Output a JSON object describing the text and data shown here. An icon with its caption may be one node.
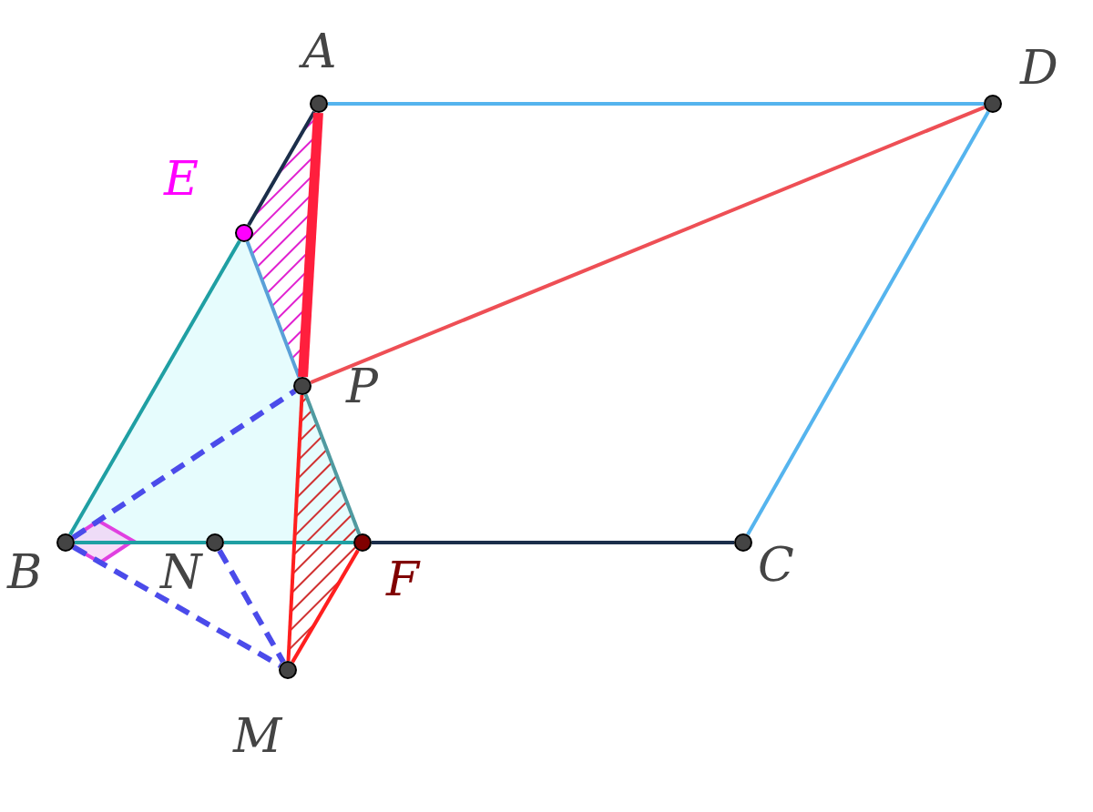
{
  "diagram": {
    "nodes": [
      {
        "text": [],
        "shape": "circle"
      },
      {
        "text": [],
        "shape": "circle"
      },
      {
        "text": [],
        "shape": "circle"
      },
      {
        "text": [],
        "shape": "circle"
      },
      {
        "text": [],
        "shape": "circle"
      },
      {
        "text": [],
        "shape": "circle"
      },
      {
        "text": [],
        "shape": "circle"
      },
      {
        "text": [],
        "shape": "circle"
      },
      {
        "text": [],
        "shape": "circle"
      }
    ],
    "edges": [
      {
        "from": 0,
        "to": 1,
        "arrow": "none",
        "color": "#55b4ee"
      },
      {
        "from": 1,
        "to": 7,
        "arrow": "none",
        "color": "#55b4ee"
      },
      {
        "from": 0,
        "to": 2,
        "arrow": "none",
        "color": "#1b2e4a"
      },
      {
        "from": 2,
        "to": 4,
        "arrow": "none",
        "color": "#1f9fa3"
      },
      {
        "from": 2,
        "to": 3,
        "arrow": "none",
        "color": "#5aa0d8"
      },
      {
        "from": 3,
        "to": 6,
        "arrow": "none",
        "color": "#4f9aa0"
      },
      {
        "from": 4,
        "to": 5,
        "arrow": "none",
        "color": "#1f9fa3"
      },
      {
        "from": 5,
        "to": 6,
        "arrow": "none",
        "color": "#1f9fa3"
      },
      {
        "from": 6,
        "to": 7,
        "arrow": "none",
        "color": "#1b2e4a"
      },
      {
        "from": 0,
        "to": 3,
        "arrow": "none",
        "style": "thick",
        "color": "#ff1f3d"
      },
      {
        "from": 3,
        "to": 1,
        "arrow": "none",
        "color": "#ee4f55"
      },
      {
        "from": 4,
        "to": 3,
        "arrow": "none",
        "style": "dashed",
        "color": "#4b4bea"
      },
      {
        "from": 4,
        "to": 8,
        "arrow": "none",
        "style": "dashed",
        "color": "#4b4bea"
      },
      {
        "from": 5,
        "to": 8,
        "arrow": "none",
        "style": "dashed",
        "color": "#4b4bea"
      },
      {
        "from": 3,
        "to": 8,
        "arrow": "none",
        "color": "#ff1f1f"
      },
      {
        "from": 6,
        "to": 8,
        "arrow": "none",
        "color": "#ff1f1f"
      }
    ],
    "labels": [
      "A",
      "D",
      "E",
      "P",
      "B",
      "N",
      "F",
      "C",
      "M"
    ]
  }
}
